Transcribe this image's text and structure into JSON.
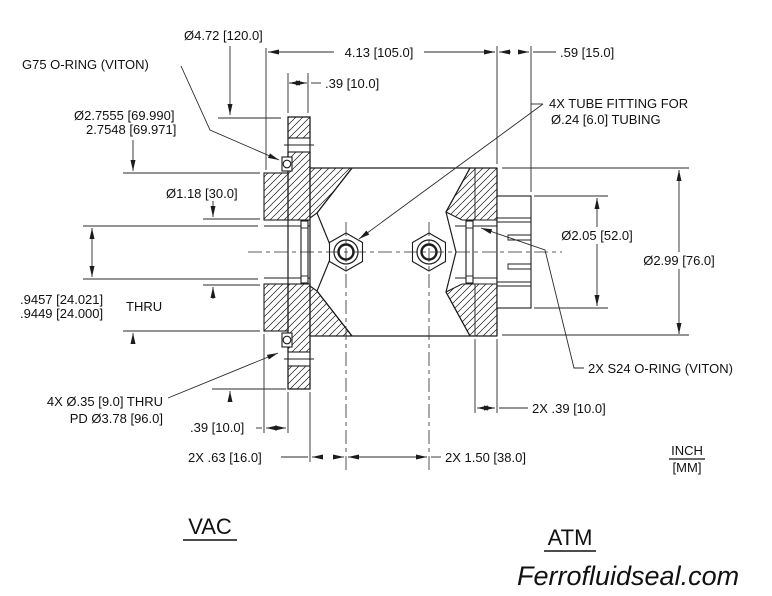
{
  "page": {
    "background": "#ffffff",
    "line_color": "#1c1c1c"
  },
  "callouts": {
    "g75_oring": "G75 O-RING (VITON)",
    "tube_fitting_1": "4X TUBE FITTING FOR",
    "tube_fitting_2": "Ø.24 [6.0] TUBING",
    "s24_oring": "2X S24 O-RING (VITON)",
    "bolt_circle_1": "4X Ø.35 [9.0] THRU",
    "bolt_circle_2": "PD Ø3.78 [96.0]"
  },
  "dims": {
    "flange_od": "Ø4.72 [120.0]",
    "overall_length": "4.13 [105.0]",
    "extension_length": ".59 [15.0]",
    "left_flange_thickness": ".39 [10.0]",
    "register_dia_1": "Ø2.7555 [69.990]",
    "register_dia_2": "2.7548 [69.971]",
    "counterbore_dia": "Ø1.18 [30.0]",
    "bore_dia_1": ".9457 [24.021]",
    "bore_dia_2": ".9449 [24.000]",
    "bore_thru": "THRU",
    "register_protrusion": ".39 [10.0]",
    "port_offset": "2X .63 [16.0]",
    "port_spacing": "2X 1.50 [38.0]",
    "right_flange_thickness": "2X .39 [10.0]",
    "extension_dia": "Ø2.05 [52.0]",
    "right_flange_dia": "Ø2.99 [76.0]"
  },
  "annotations": {
    "vac_side": "VAC",
    "atm_side": "ATM",
    "units_1": "INCH",
    "units_2": "[MM]",
    "brand": "Ferrofluidseal.com"
  }
}
